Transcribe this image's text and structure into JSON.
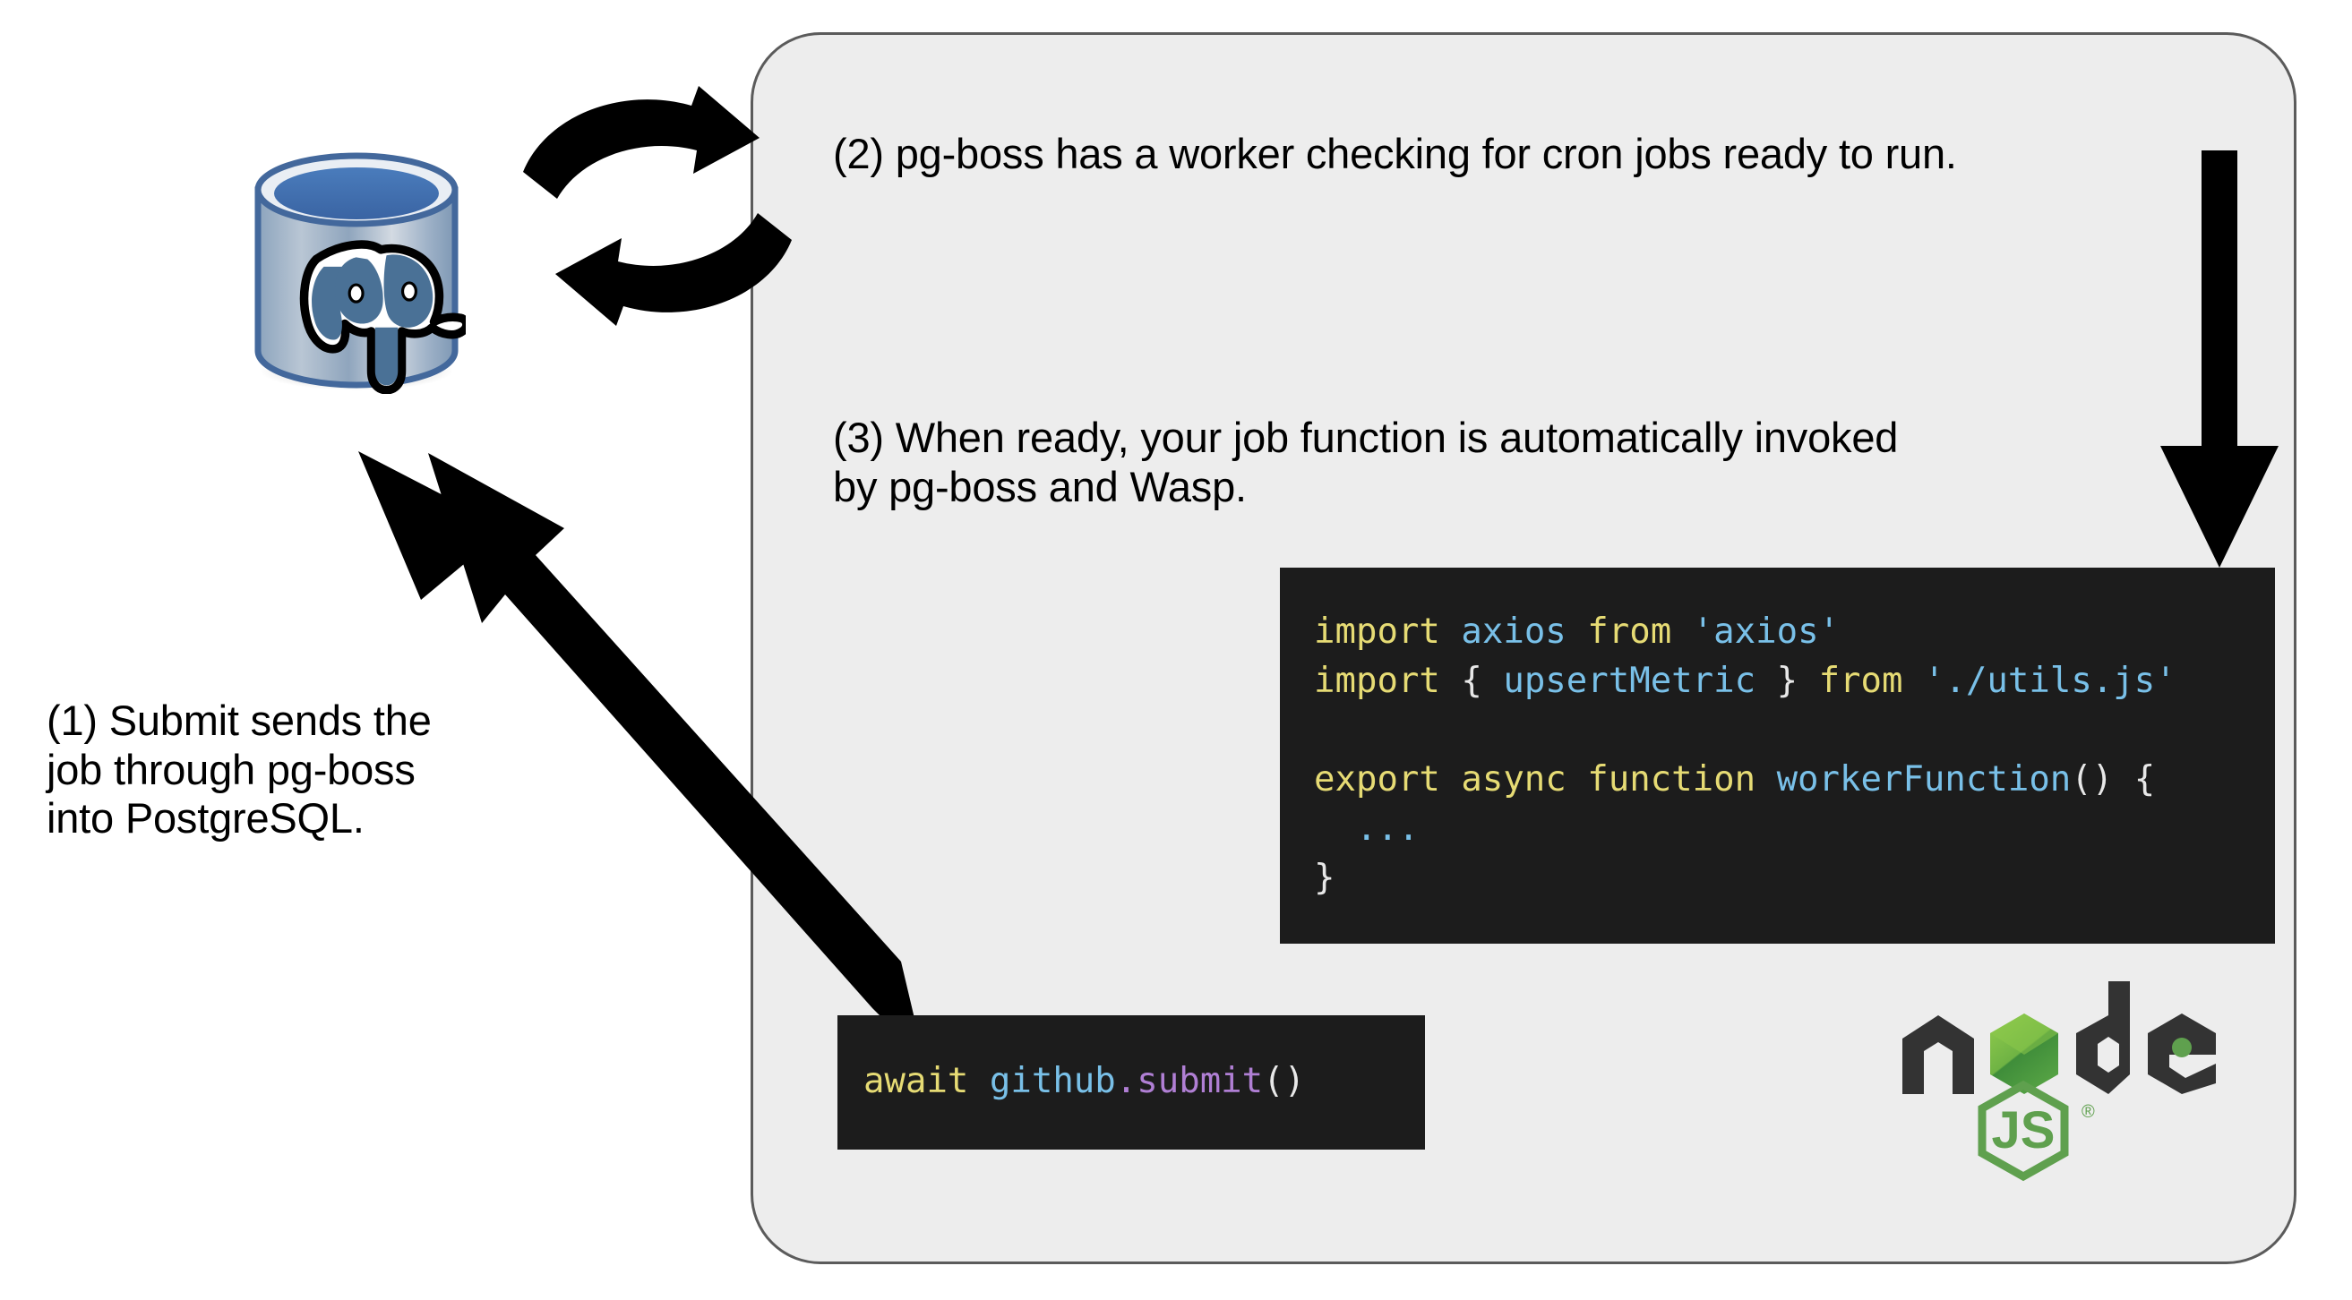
{
  "diagram": {
    "title": "Wasp pg-boss job flow",
    "background_color": "#ffffff",
    "panel_color": "#ededed",
    "panel_border_color": "#5b5b5b"
  },
  "captions": {
    "step1": "(1) Submit sends the\njob through pg-boss\ninto PostgreSQL.",
    "step2": "(2) pg-boss has a worker checking for cron jobs ready to run.",
    "step3": "(3) When ready, your job function is automatically invoked\nby pg-boss and Wasp."
  },
  "code_worker": {
    "background": "#1c1c1c",
    "lines": [
      {
        "tokens": [
          {
            "t": "import ",
            "c": "kw"
          },
          {
            "t": "axios ",
            "c": "id"
          },
          {
            "t": "from ",
            "c": "kw"
          },
          {
            "t": "'axios'",
            "c": "id"
          }
        ]
      },
      {
        "tokens": [
          {
            "t": "import ",
            "c": "kw"
          },
          {
            "t": "{ ",
            "c": "pun"
          },
          {
            "t": "upsertMetric ",
            "c": "id"
          },
          {
            "t": "} ",
            "c": "pun"
          },
          {
            "t": "from ",
            "c": "kw"
          },
          {
            "t": "'./utils.js'",
            "c": "id"
          }
        ]
      },
      {
        "tokens": [
          {
            "t": "",
            "c": "pun"
          }
        ]
      },
      {
        "tokens": [
          {
            "t": "export async function ",
            "c": "kw"
          },
          {
            "t": "workerFunction",
            "c": "id"
          },
          {
            "t": "() {",
            "c": "pun"
          }
        ]
      },
      {
        "tokens": [
          {
            "t": "  ...",
            "c": "dots"
          }
        ]
      },
      {
        "tokens": [
          {
            "t": "}",
            "c": "pun"
          }
        ]
      }
    ]
  },
  "code_submit": {
    "background": "#1c1c1c",
    "lines": [
      {
        "tokens": [
          {
            "t": "await ",
            "c": "kw"
          },
          {
            "t": "github",
            "c": "id"
          },
          {
            "t": ".submit",
            "c": "fn"
          },
          {
            "t": "()",
            "c": "pun"
          }
        ]
      }
    ]
  },
  "icons": {
    "database": {
      "name": "postgresql-database-icon",
      "label": "PostgreSQL",
      "body_color": "#4a6f9c",
      "top_color": "#3a6aad"
    },
    "runtime": {
      "name": "nodejs-logo",
      "label": "node JS",
      "dark_color": "#333333",
      "green_color": "#5fa04e"
    },
    "sync": {
      "name": "sync-arrows-icon"
    },
    "down": {
      "name": "down-arrow-icon"
    },
    "diagonal": {
      "name": "diagonal-up-left-arrow-icon"
    }
  }
}
